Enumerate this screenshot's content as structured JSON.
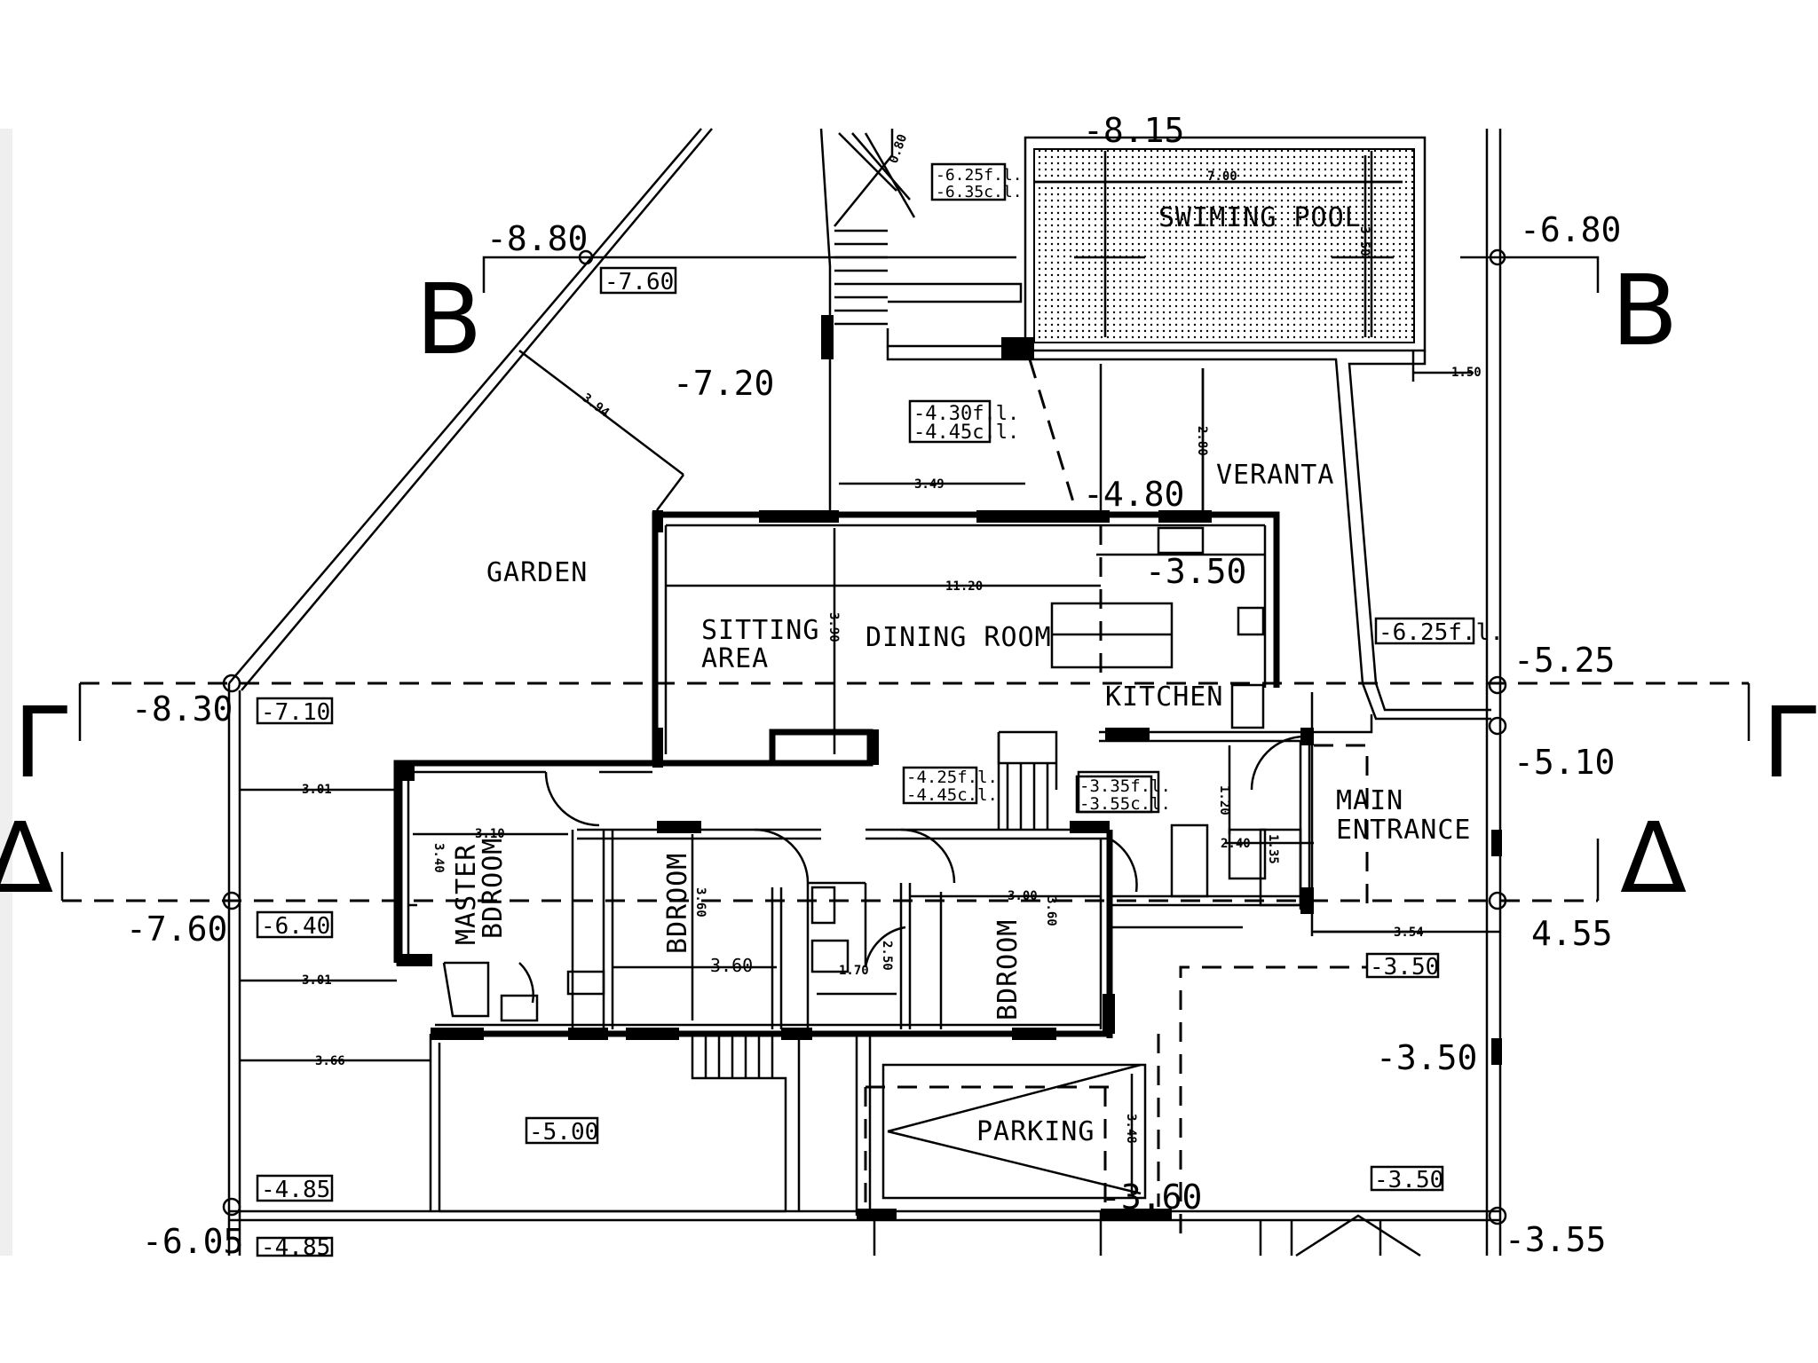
{
  "rooms": {
    "swimming_pool": "SWIMING POOL",
    "veranta": "VERANTA",
    "garden": "GARDEN",
    "sitting_area_1": "SITTING",
    "sitting_area_2": "AREA",
    "dining_room": "DINING ROOM",
    "kitchen": "KITCHEN",
    "main_entrance_1": "MAIN",
    "main_entrance_2": "ENTRANCE",
    "master_1": "MASTER",
    "master_2": "BDROOM",
    "bedroom_2": "BDROOM",
    "bedroom_3": "BDROOM",
    "parking": "PARKING"
  },
  "section_marks": {
    "b_left": "B",
    "b_right": "B",
    "gamma_left": "Γ",
    "gamma_right": "Γ",
    "delta_left": "Δ",
    "delta_right": "Δ"
  },
  "levels": {
    "l_880": "-8.80",
    "l_680": "-6.80",
    "l_720": "-7.20",
    "l_480": "-4.80",
    "l_350_kitchen": "-3.50",
    "l_525": "-5.25",
    "l_830": "-8.30",
    "l_510": "-5.10",
    "l_760": "-7.60",
    "l_455": "4.55",
    "l_350_east": "-3.50",
    "l_360": "-3.60",
    "l_605": "-6.05",
    "l_355": "-3.55",
    "l_815_partial": "-8.15"
  },
  "boxed_levels": {
    "b_760": "-7.60",
    "b_710": "-7.10",
    "b_640": "-6.40",
    "b_485": "-4.85",
    "b_485_b": "-4.85",
    "b_500": "-5.00",
    "b_350_a": "-3.50",
    "b_350_b": "-3.50",
    "b_625fl_veranta": "-6.25f.l.",
    "stair_fl": "-6.25f.l.",
    "stair_cl": "-6.35c.l.",
    "dining_fl": "-4.30f.l.",
    "dining_cl": "-4.45c.l.",
    "hall_fl": "-4.25f.l.",
    "hall_cl": "-4.45c.l.",
    "wc_fl": "-3.35f.l.",
    "wc_cl": "-3.55c.l."
  },
  "dimensions": {
    "pool_len": "7.00",
    "pool_w": "3.50",
    "d_080": "0.80",
    "d_150": "1.50",
    "d_394": "3.94",
    "d_349": "3.49",
    "d_280": "2.80",
    "d_1120": "11.20",
    "d_390": "3.90",
    "d_301_a": "3.01",
    "d_301_b": "3.01",
    "d_310": "3.10",
    "d_340": "3.40",
    "d_360_bd": "3.60",
    "d_360_h": "3.60",
    "d_300": "3.00",
    "d_360_bd3": "3.60",
    "d_366": "3.66",
    "d_250": "2.50",
    "d_170": "1.70",
    "d_120": "1.20",
    "d_240": "2.40",
    "d_135": "1.35",
    "d_354": "3.54",
    "d_348": "3.48"
  }
}
